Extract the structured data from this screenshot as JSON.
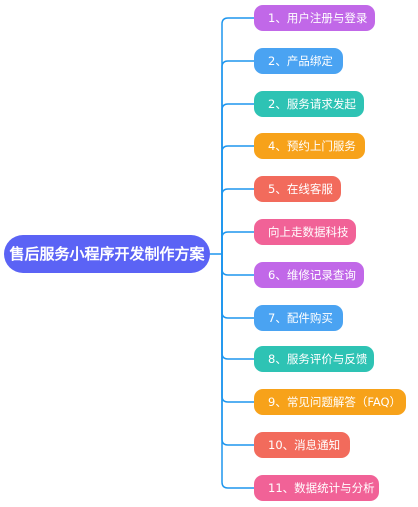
{
  "root": {
    "label": "售后服务小程序开发制作方案",
    "color": "#5b63f5"
  },
  "connector_color": "#1e96ee",
  "branches": [
    {
      "label": "1、用户注册与登录",
      "color": "#c168e8"
    },
    {
      "label": "2、产品绑定",
      "color": "#4aa3f2"
    },
    {
      "label": "2、服务请求发起",
      "color": "#2ec3b4"
    },
    {
      "label": "4、预约上门服务",
      "color": "#f7a21a"
    },
    {
      "label": "5、在线客服",
      "color": "#f26b5c"
    },
    {
      "label": "向上走数据科技",
      "color": "#f16297"
    },
    {
      "label": "6、维修记录查询",
      "color": "#c168e8"
    },
    {
      "label": "7、配件购买",
      "color": "#4aa3f2"
    },
    {
      "label": "8、服务评价与反馈",
      "color": "#2ec3b4"
    },
    {
      "label": "9、常见问题解答（FAQ）",
      "color": "#f7a21a"
    },
    {
      "label": "10、消息通知",
      "color": "#f26b5c"
    },
    {
      "label": "11、数据统计与分析",
      "color": "#f16297"
    }
  ]
}
